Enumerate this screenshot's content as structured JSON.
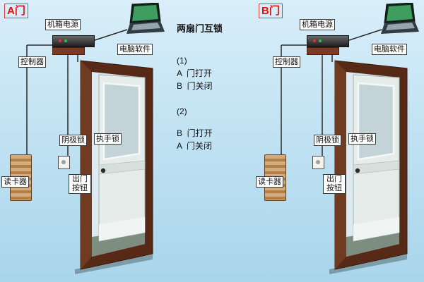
{
  "center": {
    "title": "两扇门互锁",
    "s1": {
      "num": "(1)",
      "l1": "A  门打开",
      "l2": "B  门关闭"
    },
    "s2": {
      "num": "(2)",
      "l1": "B  门打开",
      "l2": "A  门关闭"
    }
  },
  "panels": [
    {
      "corner": "A门",
      "power": "机箱电源",
      "software": "电脑软件",
      "controller": "控制器",
      "cathode_lock": "阴极锁",
      "handle_lock": "执手锁",
      "card_reader": "读卡器",
      "exit_button": "出门按钮"
    },
    {
      "corner": "B门",
      "power": "机箱电源",
      "software": "电脑软件",
      "controller": "控制器",
      "cathode_lock": "阴极锁",
      "handle_lock": "执手锁",
      "card_reader": "读卡器",
      "exit_button": "出门按钮"
    }
  ]
}
